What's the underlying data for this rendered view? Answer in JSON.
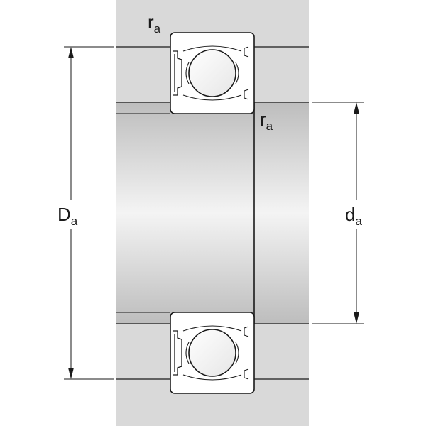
{
  "labels": {
    "Da": {
      "main": "D",
      "sub": "a"
    },
    "da": {
      "main": "d",
      "sub": "a"
    },
    "ra_top": {
      "main": "r",
      "sub": "a"
    },
    "ra_inner": {
      "main": "r",
      "sub": "a"
    }
  },
  "colors": {
    "housing": "#d9d9d9",
    "line": "#1a1a1a",
    "shaft_edge": "#bdbdbd",
    "shaft_center": "#f4f4f4",
    "ring_fill": "#ffffff"
  }
}
